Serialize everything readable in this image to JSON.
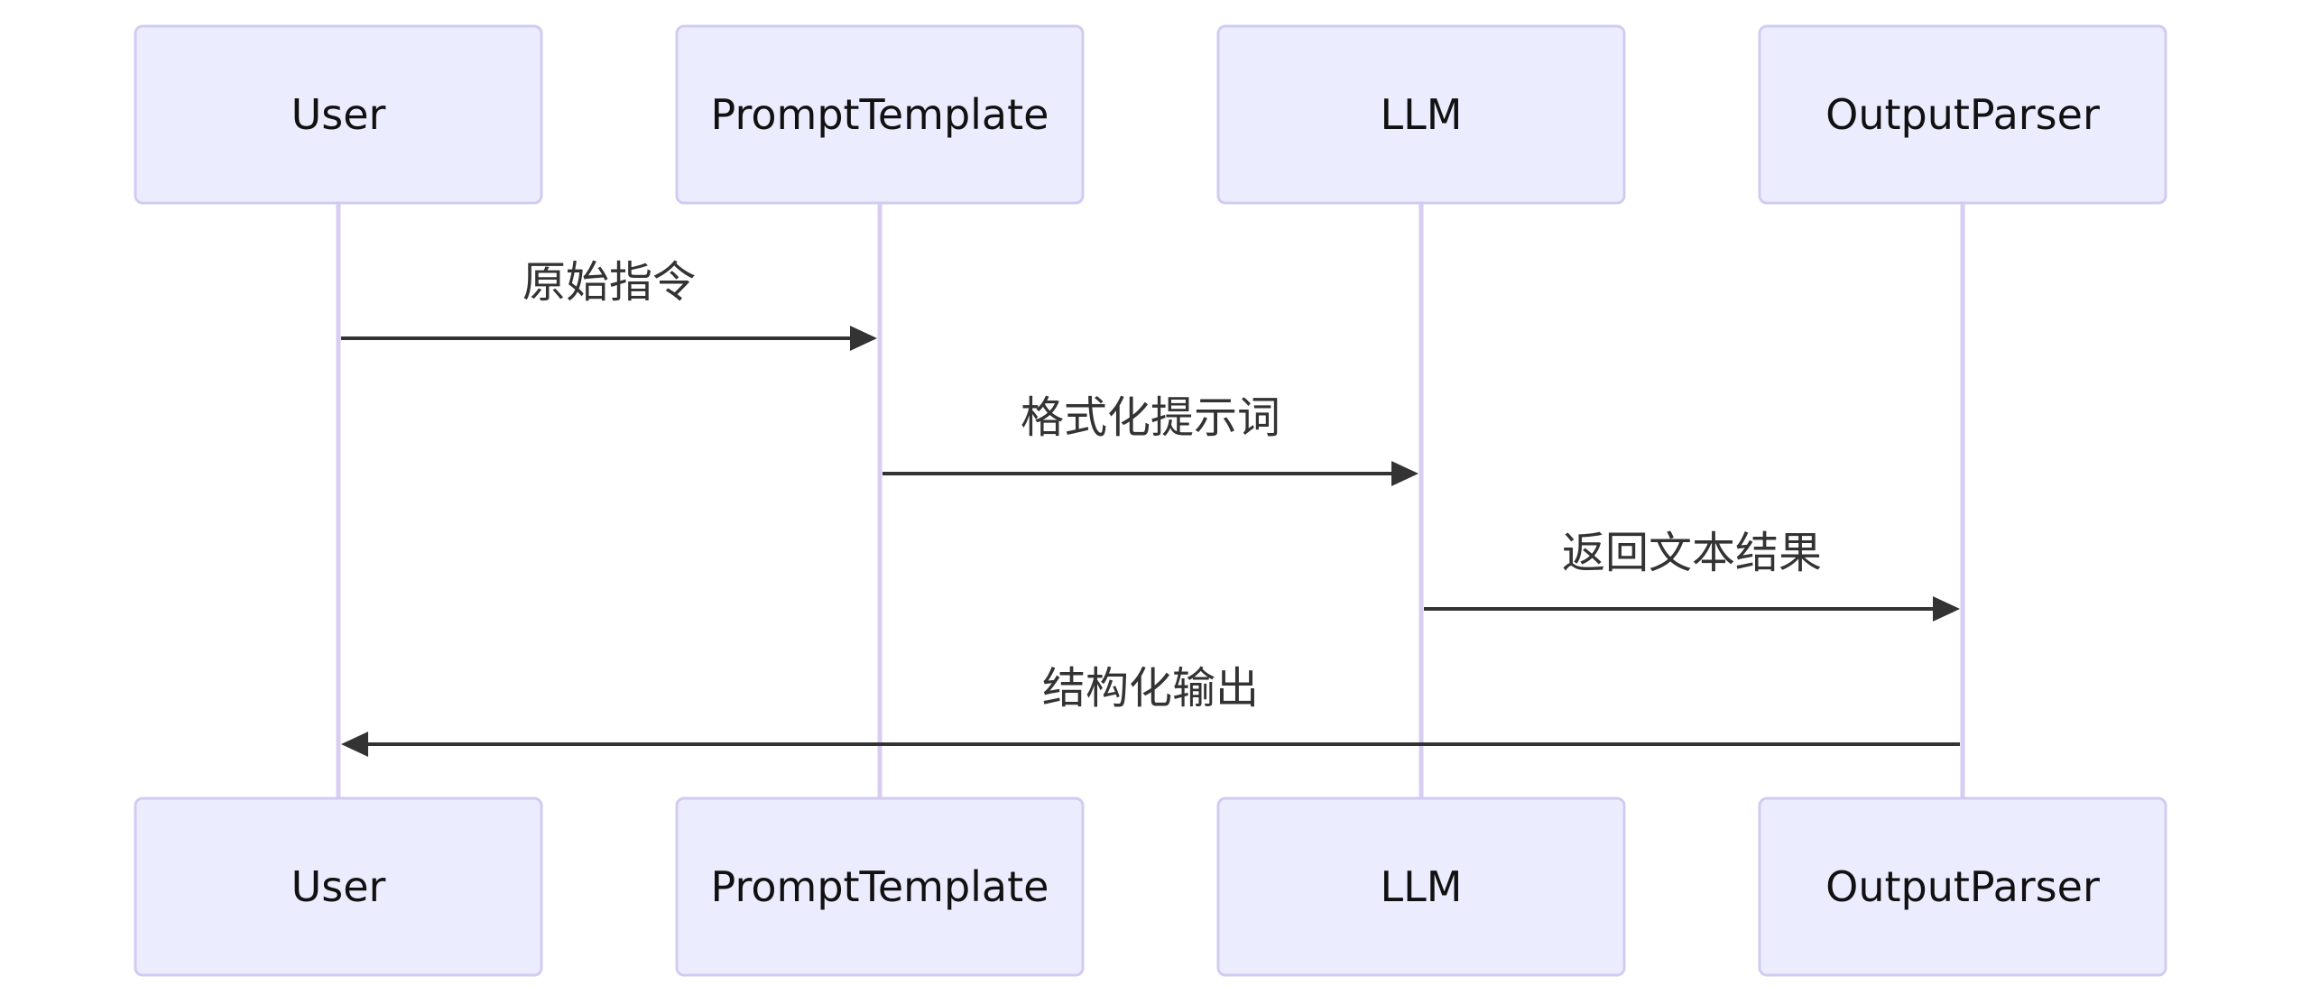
{
  "diagram": {
    "type": "sequence",
    "participants": [
      {
        "id": "user",
        "label": "User"
      },
      {
        "id": "prompt",
        "label": "PromptTemplate"
      },
      {
        "id": "llm",
        "label": "LLM"
      },
      {
        "id": "parser",
        "label": "OutputParser"
      }
    ],
    "messages": [
      {
        "from": "user",
        "to": "prompt",
        "label": "原始指令"
      },
      {
        "from": "prompt",
        "to": "llm",
        "label": "格式化提示词"
      },
      {
        "from": "llm",
        "to": "parser",
        "label": "返回文本结果"
      },
      {
        "from": "parser",
        "to": "user",
        "label": "结构化输出"
      }
    ],
    "colors": {
      "actor_fill": "#ECECFF",
      "actor_border": "#D2CBF1",
      "lifeline": "#D9CDF3",
      "message": "#333333"
    }
  }
}
